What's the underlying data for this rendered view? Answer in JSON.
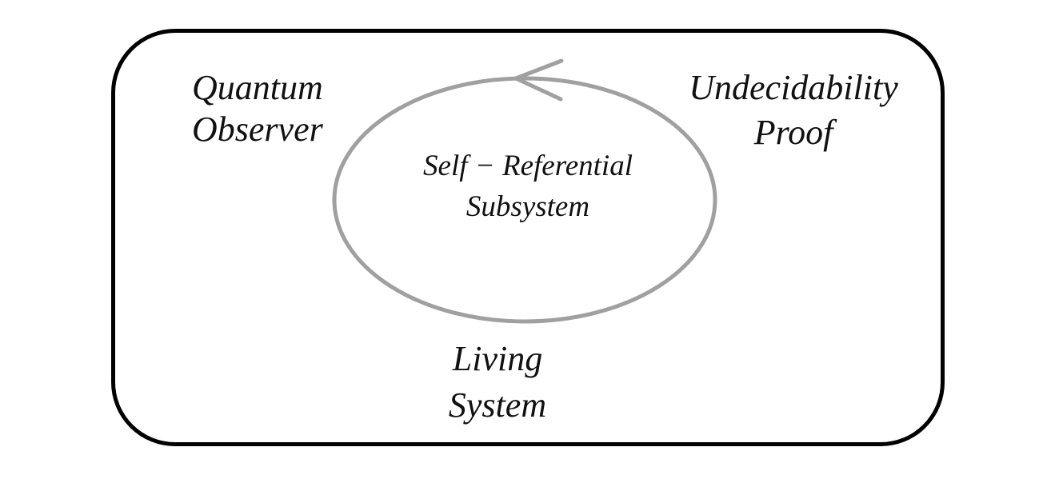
{
  "colors": {
    "background": "#ffffff",
    "border": "#000000",
    "loop": "#a0a0a0",
    "text": "#111111"
  },
  "diagram": {
    "labels": {
      "quantum_observer": {
        "line1": "Quantum",
        "line2": "Observer"
      },
      "undecidability_proof": {
        "line1": "Undecidability",
        "line2": "Proof"
      },
      "self_referential_subsystem": {
        "line1": "Self − Referential",
        "line2": "Subsystem"
      },
      "living_system": {
        "line1": "Living",
        "line2": "System"
      }
    },
    "loop": {
      "shape": "ellipse",
      "direction": "counter-clockwise",
      "arrow_position": "top"
    }
  }
}
